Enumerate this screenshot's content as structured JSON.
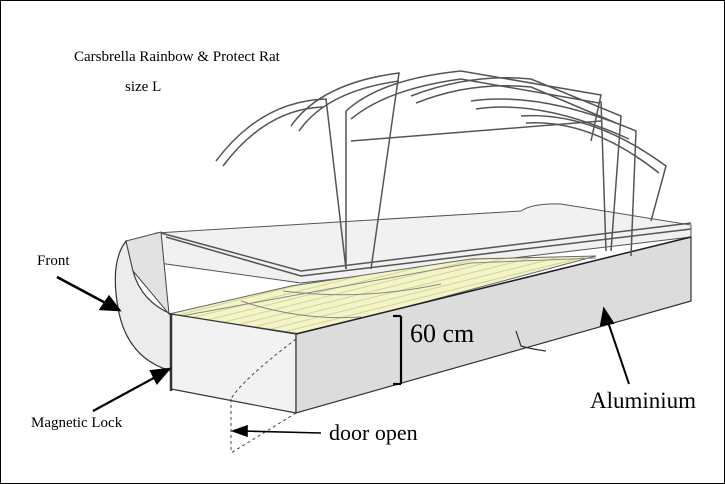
{
  "header": {
    "title": "Carsbrella   Rainbow & Protect Rat",
    "subtitle": "size L"
  },
  "labels": {
    "front": "Front",
    "magnetic_lock": "Magnetic Lock",
    "door_open": "door open",
    "height": "60 cm",
    "material": "Aluminium"
  }
}
